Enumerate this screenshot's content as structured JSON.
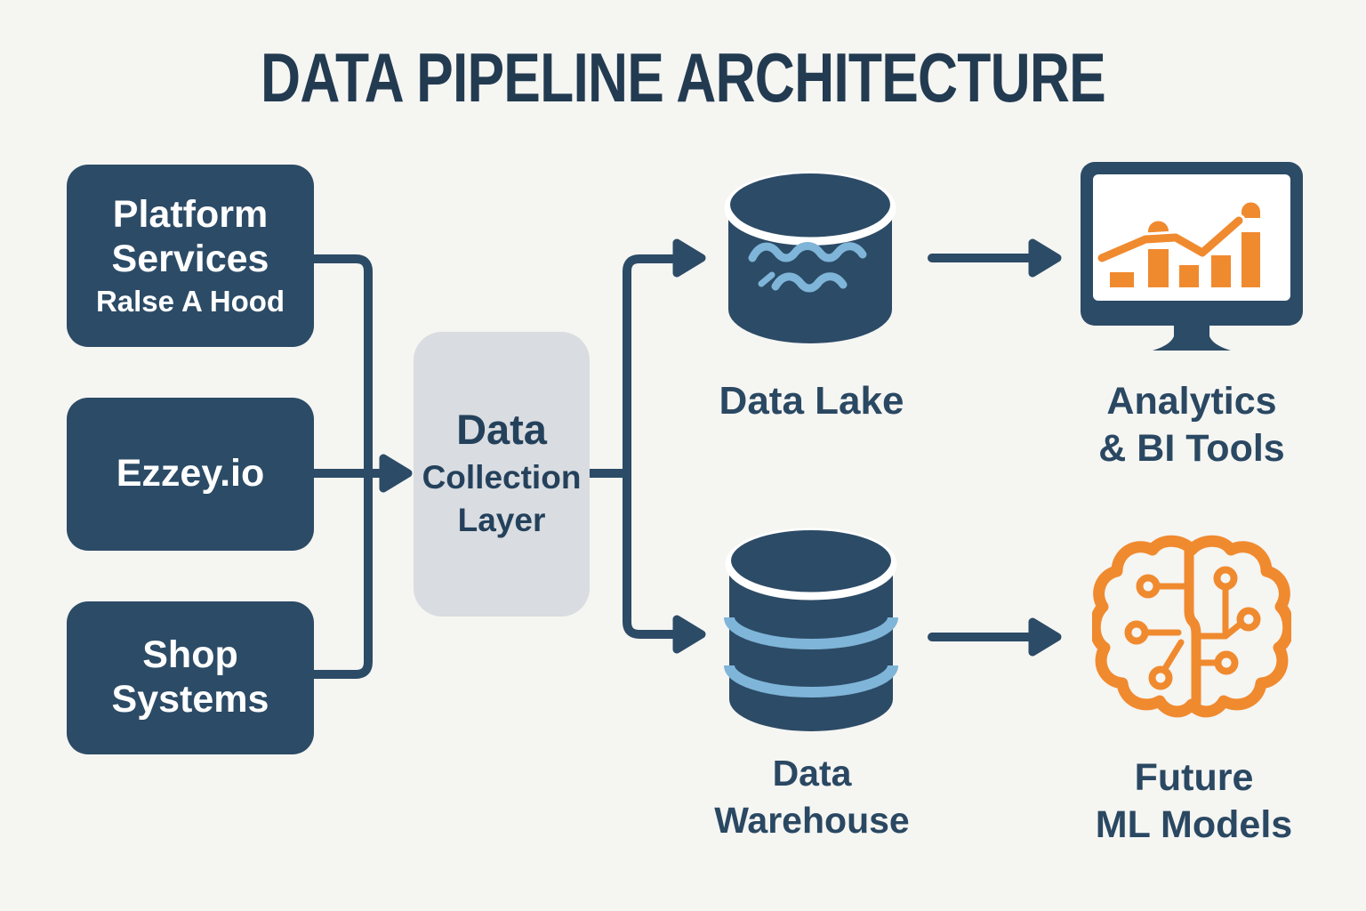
{
  "title": "DATA PIPELINE ARCHITECTURE",
  "palette": {
    "navy": "#2B4A63",
    "deep_navy_text": "#233B51",
    "orange": "#F08A2F",
    "light_blue": "#7FB5D8",
    "collection_gray": "#D9DCE0",
    "background": "#F5F5F2",
    "white": "#FFFFFF"
  },
  "sources": [
    {
      "title": "Platform\nServices",
      "subtitle": "Ralse A Hood"
    },
    {
      "title": "Ezzey.io"
    },
    {
      "title": "Shop\nSystems"
    }
  ],
  "collection_layer": {
    "line1": "Data",
    "line2": "Collection\nLayer"
  },
  "storage_nodes": [
    {
      "label": "Data Lake",
      "icon": "data-lake-cylinder-icon"
    },
    {
      "label": "Data\nWarehouse",
      "icon": "data-warehouse-database-icon"
    }
  ],
  "output_nodes": [
    {
      "label": "Analytics\n& BI Tools",
      "icon": "analytics-monitor-chart-icon"
    },
    {
      "label": "Future\nML Models",
      "icon": "ml-brain-circuit-icon"
    }
  ]
}
